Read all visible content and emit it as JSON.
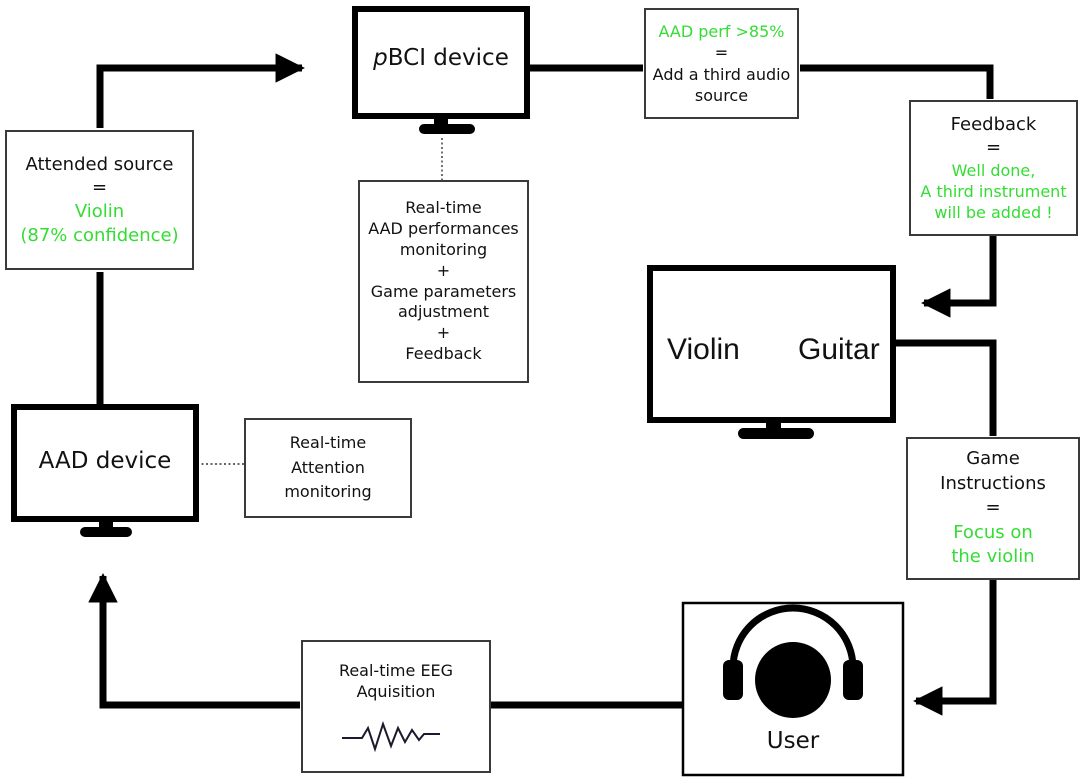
{
  "colors": {
    "highlight": "#33dd33",
    "alert": "#dd1f1f",
    "stroke": "#000000"
  },
  "devices": {
    "pbci": {
      "italic_prefix": "p",
      "label": "BCI device"
    },
    "aad": {
      "label": "AAD device"
    },
    "game_screen": {
      "left_label": "Violin",
      "right_label": "Guitar"
    },
    "user": {
      "label": "User",
      "icon": "headphones-user-icon"
    }
  },
  "boxes": {
    "attended_source": {
      "line1": "Attended source",
      "line2": "=",
      "line3": "Violin",
      "line4": "(87% confidence)"
    },
    "aad_perf": {
      "line1": "AAD perf >85%",
      "line2": "=",
      "line3": "Add a third audio",
      "line4": "source"
    },
    "feedback": {
      "line1": "Feedback",
      "line2": "=",
      "line3": "Well done,",
      "line4": "A third instrument",
      "line5": "will be added !"
    },
    "pbci_monitoring": {
      "line1": "Real-time",
      "line2": "AAD performances",
      "line3": "monitoring",
      "line4": "+",
      "line5": "Game parameters",
      "line6": "adjustment",
      "line7": "+",
      "line8": "Feedback"
    },
    "attention_monitoring": {
      "line1": "Real-time",
      "line2": "Attention",
      "line3": "monitoring"
    },
    "game_instructions": {
      "line1": "Game",
      "line2": "Instructions",
      "line3": "=",
      "line4": "Focus on",
      "line5": "the violin"
    },
    "eeg_acquisition": {
      "line1": "Real-time EEG",
      "line2": "Aquisition",
      "icon": "eeg-signal-icon"
    }
  }
}
